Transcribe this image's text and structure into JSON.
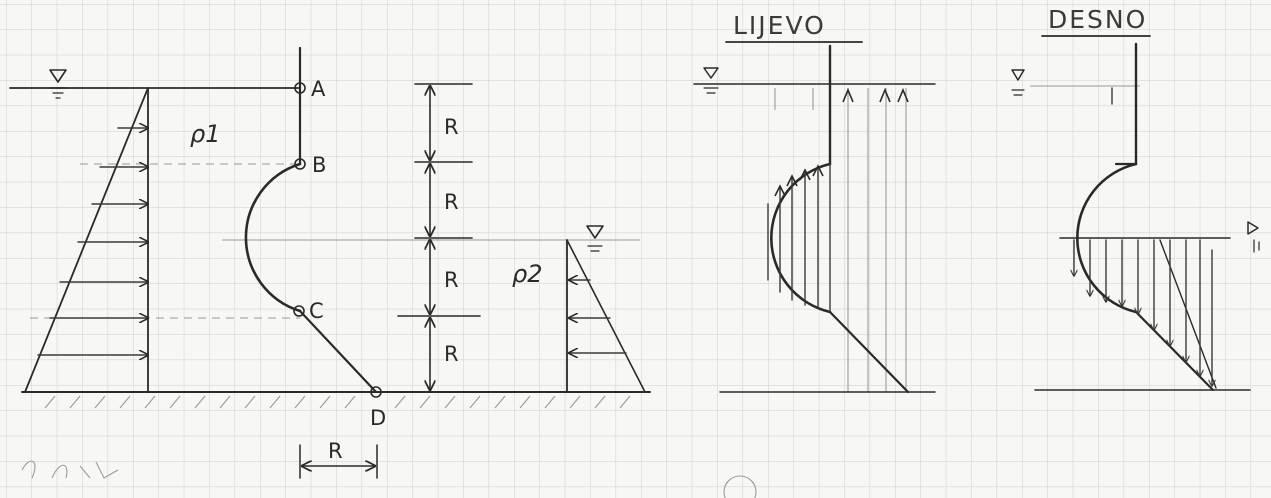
{
  "labels": {
    "point_a": "A",
    "point_b": "B",
    "point_c": "C",
    "point_d": "D",
    "radius": "R",
    "rho_1": "ρ1",
    "rho_2": "ρ2"
  },
  "titles": {
    "left": "LIJEVO",
    "right": "DESNO"
  },
  "colors": {
    "ink": "#2a2a2a",
    "grid": "#c9d3cc",
    "paper": "#f7f7f3",
    "faint": "#9a9a9a"
  }
}
